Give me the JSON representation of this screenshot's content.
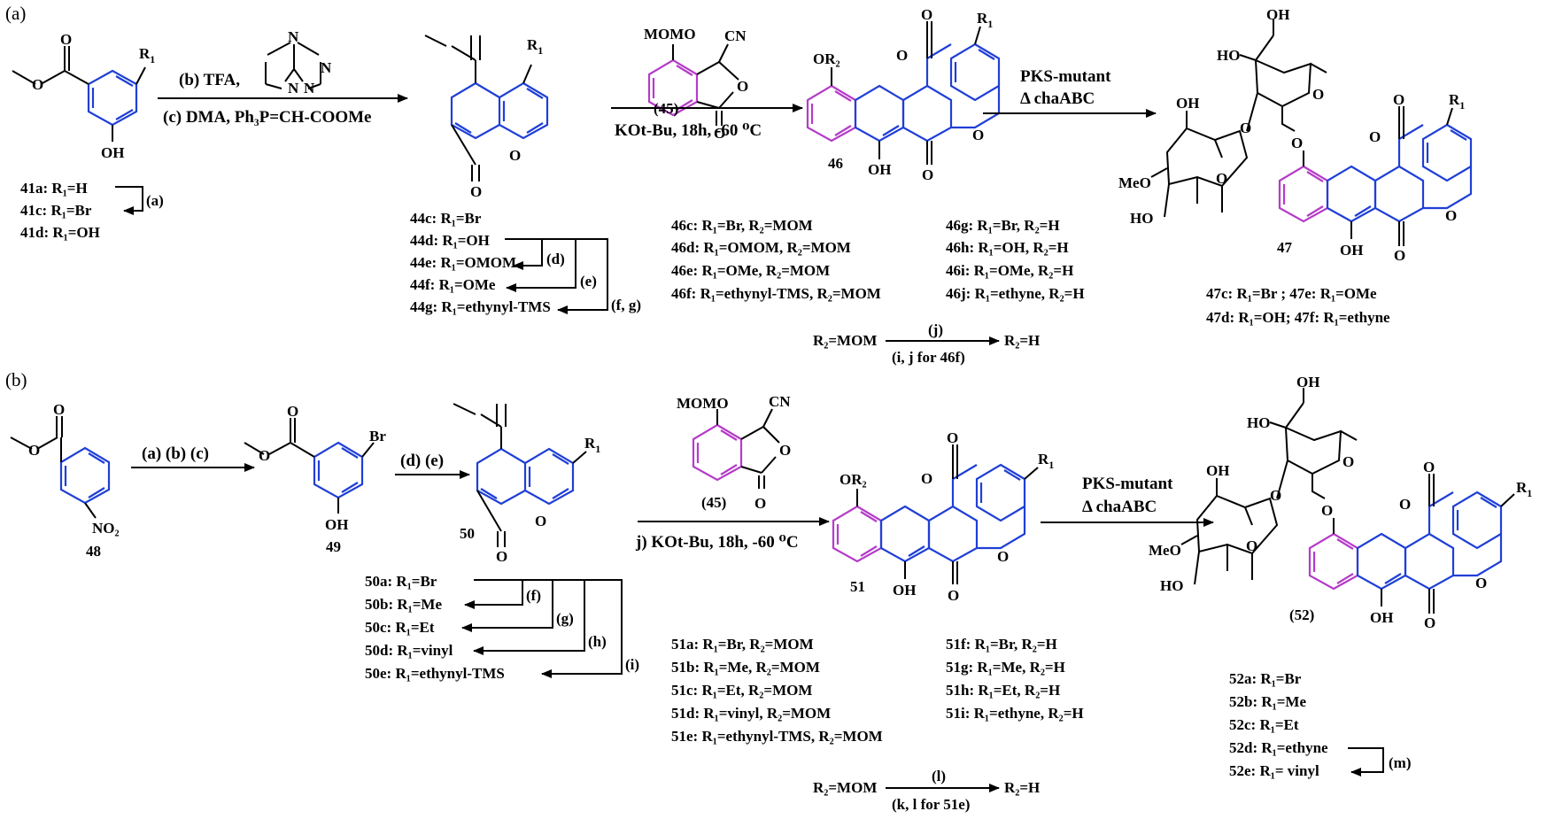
{
  "colors": {
    "ring_blue": "#1f3fd6",
    "ring_purple": "#b43cc8",
    "ink": "#000000"
  },
  "panel_a": {
    "label": "(a)",
    "sm": {
      "r1": "R",
      "r1_sub": "1",
      "oh": "OH"
    },
    "sm_list": [
      "41a: R₁=H",
      "41c: R₁=Br",
      "41d: R₁=OH"
    ],
    "sm_step": "(a)",
    "cond_top": "(b) TFA,",
    "cond_bottom": "(c) DMA, Ph₃P=CH-COOMe",
    "hmta_n": "N",
    "coumarin": {
      "r1": "R",
      "r1_sub": "1",
      "o": "O"
    },
    "coumarin_list": [
      "44c: R₁=Br",
      "44d: R₁=OH",
      "44e: R₁=OMOM",
      "44f: R₁=OMe",
      "44g: R₁=ethynyl-TMS"
    ],
    "coumarin_steps": [
      "(d)",
      "(e)",
      "(f, g)"
    ],
    "reagent": {
      "momo": "MOMO",
      "cn": "CN",
      "label": "(45)",
      "o": "O"
    },
    "cond_annul": "KOt-Bu, 18h, -60 ⁰C",
    "product": {
      "or2": "OR₂",
      "r1": "R",
      "r1_sub": "1",
      "oh": "OH",
      "label": "46",
      "o": "O"
    },
    "product_list_left": [
      "46c: R₁=Br,                R₂=MOM",
      "46d: R₁=OMOM,          R₂=MOM",
      "46e: R₁=OMe,              R₂=MOM",
      "46f: R₁=ethynyl-TMS, R₂=MOM"
    ],
    "product_list_right": [
      "46g: R₁=Br,       R₂=H",
      "46h: R₁=OH,      R₂=H",
      "46i: R₁=OMe,    R₂=H",
      "46j: R₁=ethyne, R₂=H"
    ],
    "deprotect": {
      "left": "R₂=MOM",
      "above": "(j)",
      "below": "(i, j for 46f)",
      "right": "R₂=H"
    },
    "cond_pks": "PKS-mutant",
    "cond_delta": "Δ chaABC",
    "final": {
      "oh1": "OH",
      "ho": "HO",
      "oh2": "OH",
      "meo": "MeO",
      "ho2": "HO",
      "r1": "R",
      "r1_sub": "1",
      "oh3": "OH",
      "label": "47",
      "o": "O"
    },
    "final_list": [
      "47c: R₁=Br   ;  47e: R₁=OMe",
      "47d: R₁=OH; 47f: R₁=ethyne"
    ]
  },
  "panel_b": {
    "label": "(b)",
    "sm": {
      "no2": "NO₂",
      "label": "48"
    },
    "cond_1": "(a) (b) (c)",
    "int": {
      "br": "Br",
      "oh": "OH",
      "label": "49"
    },
    "cond_2": "(d) (e)",
    "coumarin": {
      "r1": "R",
      "r1_sub": "1",
      "label": "50",
      "o": "O"
    },
    "coumarin_list": [
      "50a: R₁=Br",
      "50b: R₁=Me",
      "50c: R₁=Et",
      "50d: R₁=vinyl",
      "50e: R₁=ethynyl-TMS"
    ],
    "coumarin_steps": [
      "(f)",
      "(g)",
      "(h)",
      "(i)"
    ],
    "reagent": {
      "momo": "MOMO",
      "cn": "CN",
      "label": "(45)",
      "o": "O"
    },
    "cond_annul": "j) KOt-Bu, 18h, -60 ⁰C",
    "product": {
      "or2": "OR₂",
      "r1": "R",
      "r1_sub": "1",
      "oh": "OH",
      "label": "51",
      "o": "O"
    },
    "product_list_left": [
      "51a: R₁=Br,                R₂=MOM",
      "51b: R₁=Me,                R₂=MOM",
      "51c: R₁=Et,                 R₂=MOM",
      "51d: R₁=vinyl,             R₂=MOM",
      "51e: R₁=ethynyl-TMS, R₂=MOM"
    ],
    "product_list_right": [
      "51f: R₁=Br,       R₂=H",
      "51g: R₁=Me,      R₂=H",
      "51h: R₁=Et,        R₂=H",
      "51i: R₁=ethyne, R₂=H"
    ],
    "deprotect": {
      "left": "R₂=MOM",
      "above": "(l)",
      "below": "(k, l for 51e)",
      "right": "R₂=H"
    },
    "cond_pks": "PKS-mutant",
    "cond_delta": "Δ chaABC",
    "final": {
      "oh1": "OH",
      "ho": "HO",
      "oh2": "OH",
      "meo": "MeO",
      "ho2": "HO",
      "r1": "R",
      "r1_sub": "1",
      "oh3": "OH",
      "label": "(52)",
      "o": "O"
    },
    "final_list": [
      "52a: R₁=Br",
      "52b: R₁=Me",
      "52c: R₁=Et",
      "52d: R₁=ethyne",
      "52e: R₁= vinyl"
    ],
    "final_step": "(m)"
  }
}
